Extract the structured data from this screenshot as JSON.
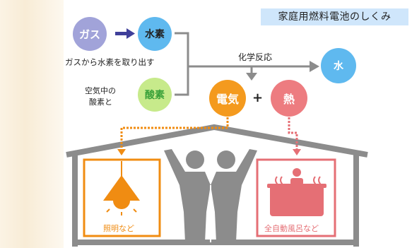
{
  "title": "家庭用燃料電池のしくみ",
  "inputs": {
    "gas": "ガス",
    "hydrogen": "水素",
    "extract_caption": "ガスから水素を取り出す",
    "air_caption_line1": "空気中の",
    "air_caption_line2": "酸素と",
    "oxygen": "酸素"
  },
  "reaction": {
    "label": "化学反応",
    "water": "水",
    "electricity": "電気",
    "plus": "+",
    "heat": "熱"
  },
  "house": {
    "lighting_label": "照明など",
    "bath_label": "全自動風呂など"
  },
  "colors": {
    "gas": "#a1a3d9",
    "hydrogen": "#5fb9ef",
    "oxygen": "#c7ea8b",
    "water": "#5fb9ef",
    "electricity": "#f49a1e",
    "heat": "#ed7c80",
    "house_frame": "#8c8c8c",
    "lighting_frame": "#f08c12",
    "bath_frame": "#e56f75"
  }
}
